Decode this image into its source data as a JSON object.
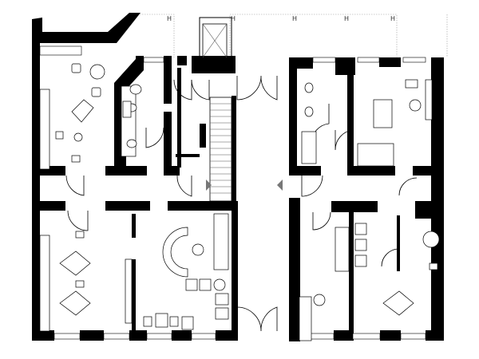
{
  "plan": {
    "balcony_markers": [
      "H",
      "H",
      "H",
      "H",
      "H"
    ],
    "colors": {
      "wall": "#000000",
      "background": "#ffffff",
      "arrow": "#777777"
    }
  }
}
